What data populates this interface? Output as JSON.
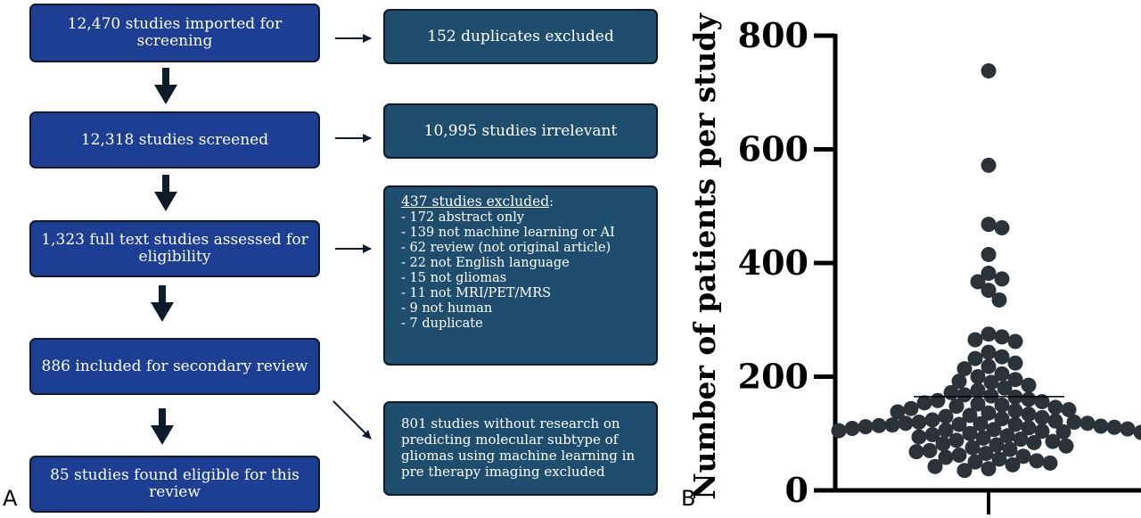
{
  "panel_a": {
    "label": "A",
    "flow_boxes": [
      "12,470 studies imported for screening",
      "12,318 studies screened",
      "1,323 full text studies assessed for eligibility",
      "886 included for secondary review",
      "85 studies found eligible for this review"
    ],
    "side_boxes": {
      "duplicates": "152 duplicates excluded",
      "irrelevant": "10,995 studies irrelevant",
      "excluded_header": "437 studies excluded",
      "excluded_header_suffix": ":",
      "excluded_items": [
        "- 172 abstract only",
        "- 139 not machine learning or AI",
        "- 62 review (not original article)",
        "- 22 not English language",
        "- 15 not gliomas",
        "- 11 not MRI/PET/MRS",
        "- 9 not human",
        "- 7 duplicate"
      ],
      "without_research": "801 studies without research on predicting molecular subtype of gliomas  using machine learning in pre therapy imaging excluded"
    },
    "colors": {
      "flow_box": "#1c3f94",
      "side_box": "#1f4d6e",
      "arrow": "#0d1b2a"
    }
  },
  "panel_b": {
    "label": "B",
    "chart_data": {
      "type": "scatter",
      "title": "",
      "xlabel": "",
      "ylabel": "Number of patients per study",
      "ylim": [
        0,
        800
      ],
      "yticks": [
        0,
        200,
        400,
        600,
        800
      ],
      "ytick_labels": [
        "0",
        "200",
        "400",
        "600",
        "800"
      ],
      "median": 165,
      "point_color": "#2b3338",
      "values": [
        738,
        572,
        468,
        462,
        415,
        382,
        372,
        367,
        352,
        335,
        275,
        270,
        265,
        262,
        243,
        235,
        232,
        224,
        218,
        214,
        205,
        200,
        195,
        192,
        190,
        185,
        180,
        176,
        172,
        168,
        166,
        164,
        160,
        158,
        156,
        154,
        152,
        150,
        148,
        146,
        144,
        142,
        140,
        138,
        136,
        134,
        132,
        130,
        128,
        126,
        124,
        122,
        120,
        120,
        118,
        118,
        117,
        116,
        116,
        115,
        114,
        113,
        112,
        111,
        110,
        109,
        108,
        107,
        106,
        105,
        104,
        103,
        102,
        100,
        98,
        96,
        94,
        92,
        90,
        88,
        86,
        84,
        82,
        80,
        78,
        75,
        72,
        70,
        68,
        65,
        62,
        60,
        58,
        55,
        52,
        50,
        48,
        45,
        42,
        38,
        35
      ]
    }
  }
}
